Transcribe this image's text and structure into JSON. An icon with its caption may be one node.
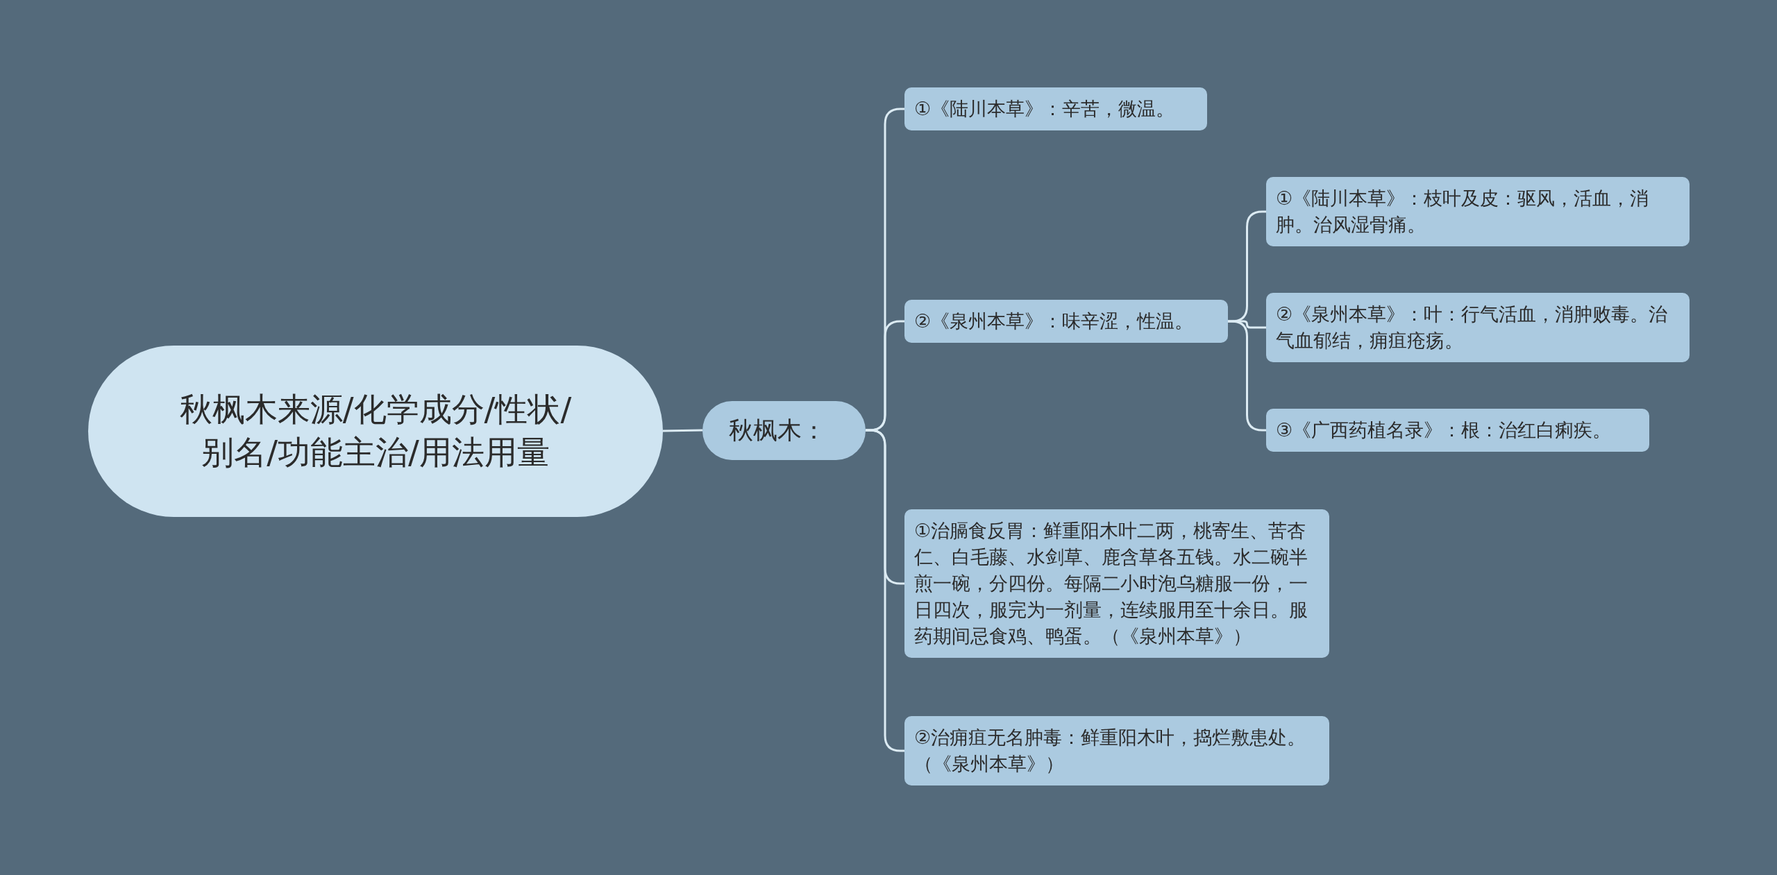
{
  "diagram": {
    "nodes": [
      {
        "text": [
          "秋枫木来源/化学成分/性状/别名/功能主治/用法用量"
        ]
      },
      {
        "text": [
          "秋枫木："
        ]
      },
      {
        "text": [
          "①《陆川本草》：辛苦，微温。"
        ]
      },
      {
        "text": [
          "②《泉州本草》：味辛涩，性温。"
        ]
      },
      {
        "text": [
          "①《陆川本草》：枝叶及皮：驱风，活血，消肿。治风湿骨痛。"
        ]
      },
      {
        "text": [
          "②《泉州本草》：叶：行气活血，消肿败毒。治气血郁结，痈疽疮疡。"
        ]
      },
      {
        "text": [
          "③《广西药植名录》：根：治红白痢疾。"
        ]
      },
      {
        "text": [
          "①治膈食反胃：鲜重阳木叶二两，桃寄生、苦杏仁、白毛藤、水剑草、鹿含草各五钱。水二碗半煎一碗，分四份。每隔二小时泡乌糖服一份，一日四次，服完为一剂量，连续服用至十余日。服药期间忌食鸡、鸭蛋。（《泉州本草》）"
        ]
      },
      {
        "text": [
          "②治痈疽无名肿毒：鲜重阳木叶，捣烂敷患处。（《泉州本草》）"
        ]
      }
    ],
    "edges": [
      {
        "from": 0,
        "to": 1,
        "arrow": "none"
      },
      {
        "from": 1,
        "to": 2,
        "arrow": "none"
      },
      {
        "from": 1,
        "to": 3,
        "arrow": "none"
      },
      {
        "from": 1,
        "to": 7,
        "arrow": "none"
      },
      {
        "from": 1,
        "to": 8,
        "arrow": "none"
      },
      {
        "from": 3,
        "to": 4,
        "arrow": "none"
      },
      {
        "from": 3,
        "to": 5,
        "arrow": "none"
      },
      {
        "from": 3,
        "to": 6,
        "arrow": "none"
      }
    ]
  }
}
